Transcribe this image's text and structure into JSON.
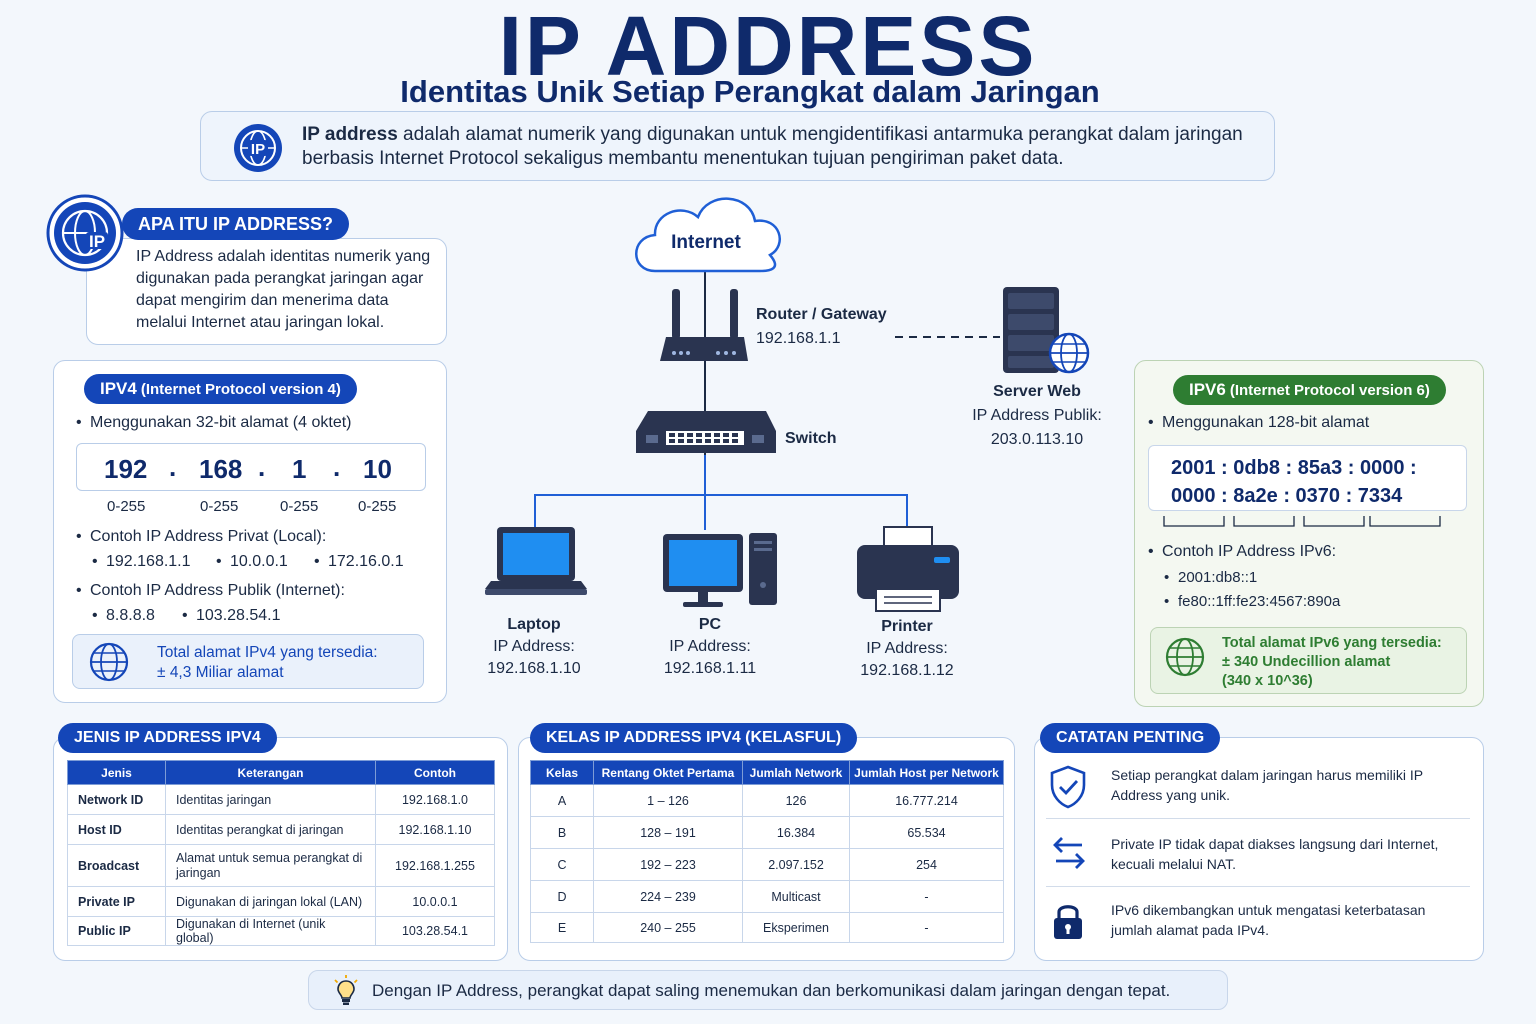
{
  "header": {
    "title": "IP ADDRESS",
    "subtitle": "Identitas Unik Setiap Perangkat dalam Jaringan"
  },
  "intro": {
    "bold": "IP address",
    "text": " adalah alamat numerik yang digunakan untuk mengidentifikasi antarmuka perangkat dalam jaringan berbasis Internet Protocol sekaligus membantu menentukan tujuan pengiriman paket data.",
    "icon": "ip-globe-icon"
  },
  "apa_itu": {
    "heading": "APA ITU IP ADDRESS?",
    "text": "IP Address adalah identitas numerik yang digunakan pada perangkat jaringan agar dapat mengirim dan menerima data melalui Internet atau jaringan lokal.",
    "icon_label": "IP"
  },
  "ipv4": {
    "heading": "IPV4",
    "heading_sub": "(Internet Protocol version 4)",
    "bullet_bits": "Menggunakan 32-bit alamat (4 oktet)",
    "octets": [
      "192",
      "168",
      "1",
      "10"
    ],
    "dot": ".",
    "range": "0-255",
    "private_heading": "Contoh IP Address Privat (Local):",
    "private_examples": [
      "192.168.1.1",
      "10.0.0.1",
      "172.16.0.1"
    ],
    "public_heading": "Contoh IP Address Publik (Internet):",
    "public_examples": [
      "8.8.8.8",
      "103.28.54.1"
    ],
    "total_line1": "Total alamat IPv4 yang tersedia:",
    "total_line2": "± 4,3 Miliar alamat"
  },
  "network": {
    "internet": "Internet",
    "router_name": "Router / Gateway",
    "router_ip": "192.168.1.1",
    "server_name": "Server Web",
    "server_ip_label": "IP Address Publik:",
    "server_ip": "203.0.113.10",
    "switch": "Switch",
    "ip_label": "IP Address:",
    "devices": [
      {
        "name": "Laptop",
        "ip": "192.168.1.10"
      },
      {
        "name": "PC",
        "ip": "192.168.1.11"
      },
      {
        "name": "Printer",
        "ip": "192.168.1.12"
      }
    ]
  },
  "ipv6": {
    "heading": "IPV6",
    "heading_sub": "(Internet Protocol version 6)",
    "bullet_bits": "Menggunakan 128-bit alamat",
    "addr_line1": "2001 : 0db8 : 85a3 : 0000 :",
    "addr_line2": "0000 : 8a2e : 0370 : 7334",
    "examples_heading": "Contoh IP Address IPv6:",
    "examples": [
      "2001:db8::1",
      "fe80::1ff:fe23:4567:890a"
    ],
    "total_line1": "Total alamat IPv6 yang tersedia:",
    "total_line2": "± 340 Undecillion alamat",
    "total_line3": "(340 x 10^36)"
  },
  "jenis": {
    "heading": "JENIS IP ADDRESS IPV4",
    "columns": [
      "Jenis",
      "Keterangan",
      "Contoh"
    ],
    "rows": [
      [
        "Network ID",
        "Identitas jaringan",
        "192.168.1.0"
      ],
      [
        "Host ID",
        "Identitas perangkat di jaringan",
        "192.168.1.10"
      ],
      [
        "Broadcast",
        "Alamat untuk semua perangkat di jaringan",
        "192.168.1.255"
      ],
      [
        "Private IP",
        "Digunakan di jaringan lokal (LAN)",
        "10.0.0.1"
      ],
      [
        "Public IP",
        "Digunakan di Internet (unik global)",
        "103.28.54.1"
      ]
    ]
  },
  "kelas": {
    "heading": "KELAS IP ADDRESS IPV4 (KELASFUL)",
    "columns": [
      "Kelas",
      "Rentang Oktet Pertama",
      "Jumlah Network",
      "Jumlah Host per Network"
    ],
    "rows": [
      [
        "A",
        "1 – 126",
        "126",
        "16.777.214"
      ],
      [
        "B",
        "128 – 191",
        "16.384",
        "65.534"
      ],
      [
        "C",
        "192 – 223",
        "2.097.152",
        "254"
      ],
      [
        "D",
        "224 – 239",
        "Multicast",
        "-"
      ],
      [
        "E",
        "240 – 255",
        "Eksperimen",
        "-"
      ]
    ]
  },
  "catatan": {
    "heading": "CATATAN PENTING",
    "items": [
      {
        "icon": "shield-check-icon",
        "text": "Setiap perangkat dalam jaringan harus memiliki IP Address yang unik."
      },
      {
        "icon": "arrows-exchange-icon",
        "text": "Private IP tidak dapat diakses langsung dari Internet, kecuali melalui NAT."
      },
      {
        "icon": "lock-icon",
        "text": "IPv6 dikembangkan untuk mengatasi keterbatasan jumlah alamat pada IPv4."
      }
    ]
  },
  "footer": {
    "icon": "lightbulb-icon",
    "text": "Dengan IP Address, perangkat dapat saling menemukan dan berkomunikasi dalam jaringan dengan tepat."
  },
  "colors": {
    "primary": "#1446b8",
    "navy": "#0f2a6b",
    "green": "#2e7d32",
    "border": "#b9cde8"
  }
}
